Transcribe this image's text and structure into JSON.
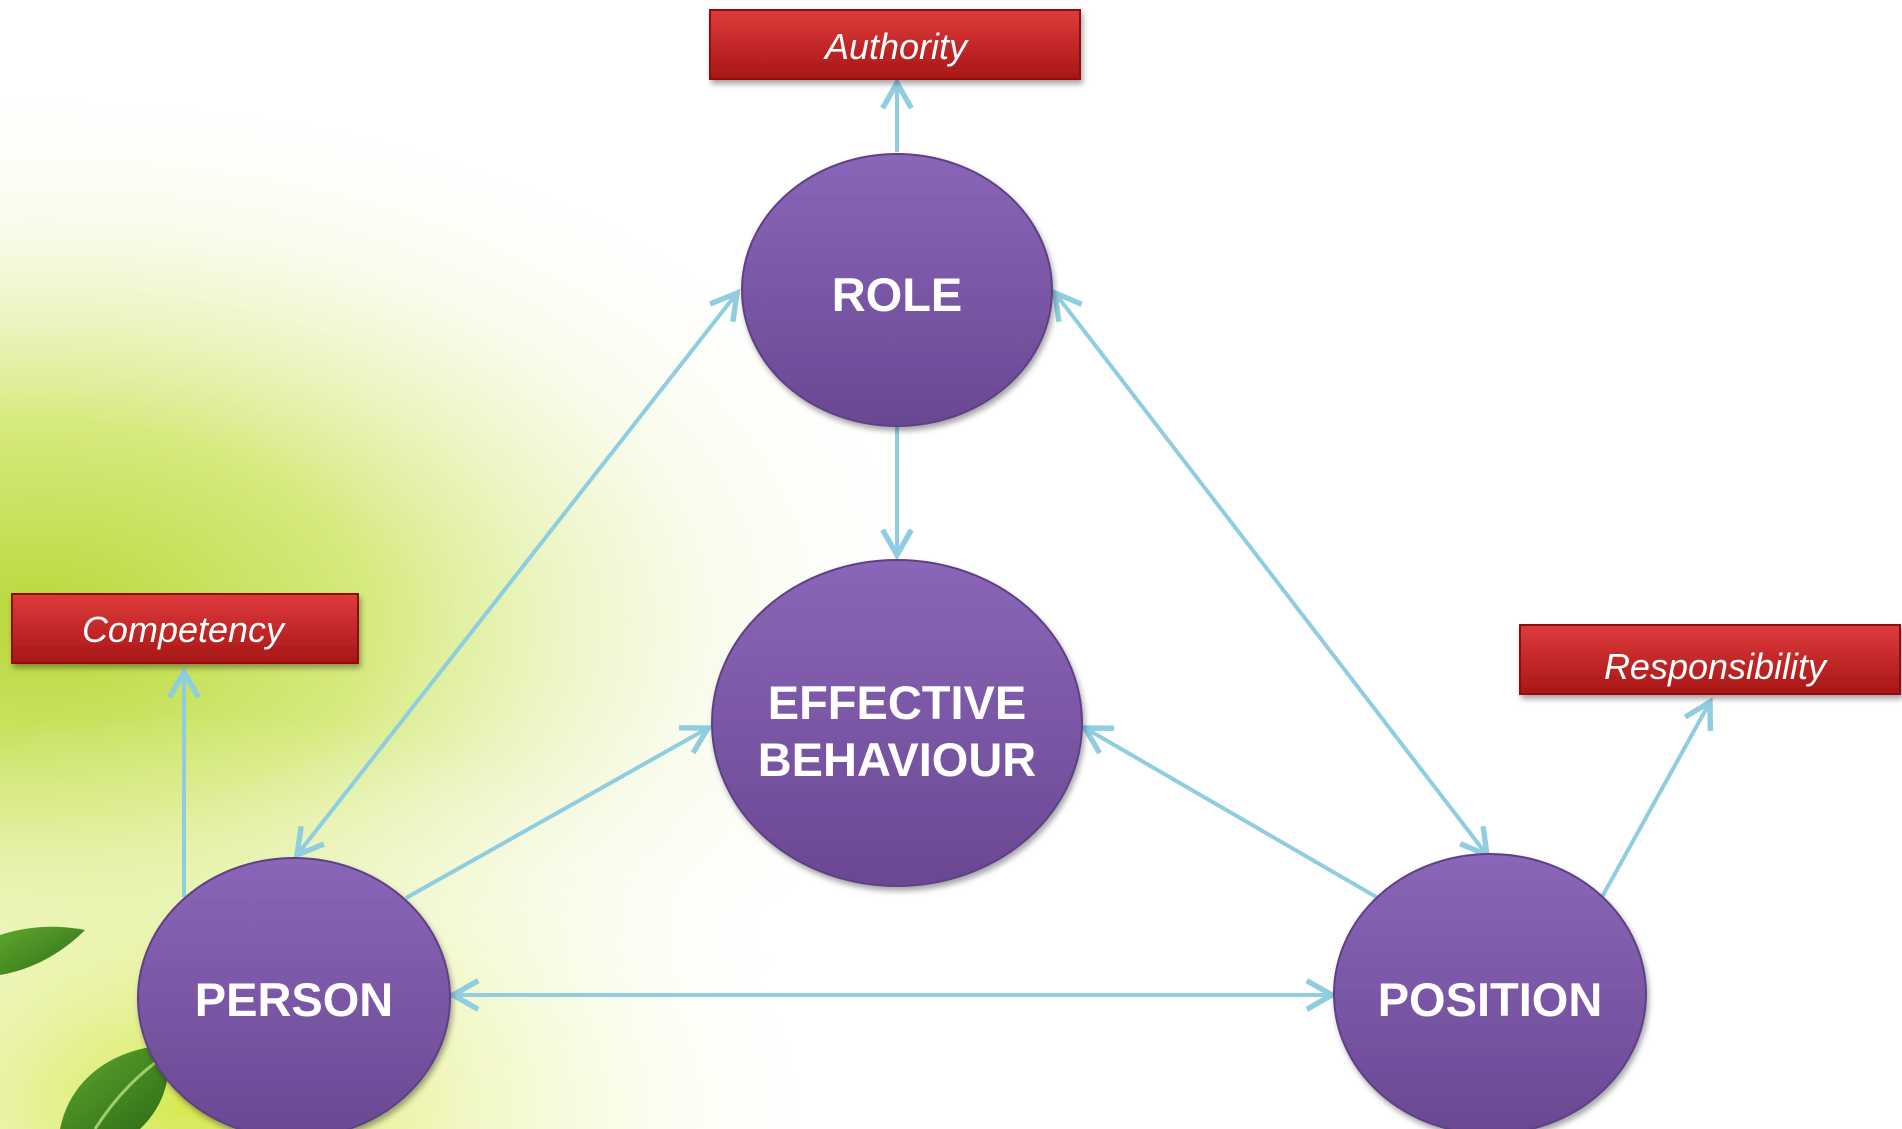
{
  "colors": {
    "node_fill": "#7e5aaa",
    "tag_fill": "#c92424",
    "arrow": "#8fcde0",
    "background_accent": "#c6df52"
  },
  "nodes": {
    "role": {
      "label": "ROLE"
    },
    "effective": {
      "line1": "EFFECTIVE",
      "line2": "BEHAVIOUR"
    },
    "person": {
      "label": "PERSON"
    },
    "position": {
      "label": "POSITION"
    }
  },
  "tags": {
    "authority": {
      "label": "Authority"
    },
    "competency": {
      "label": "Competency"
    },
    "responsibility": {
      "label": "Responsibility"
    }
  },
  "background": {
    "decoration": "leaf-illustration"
  }
}
